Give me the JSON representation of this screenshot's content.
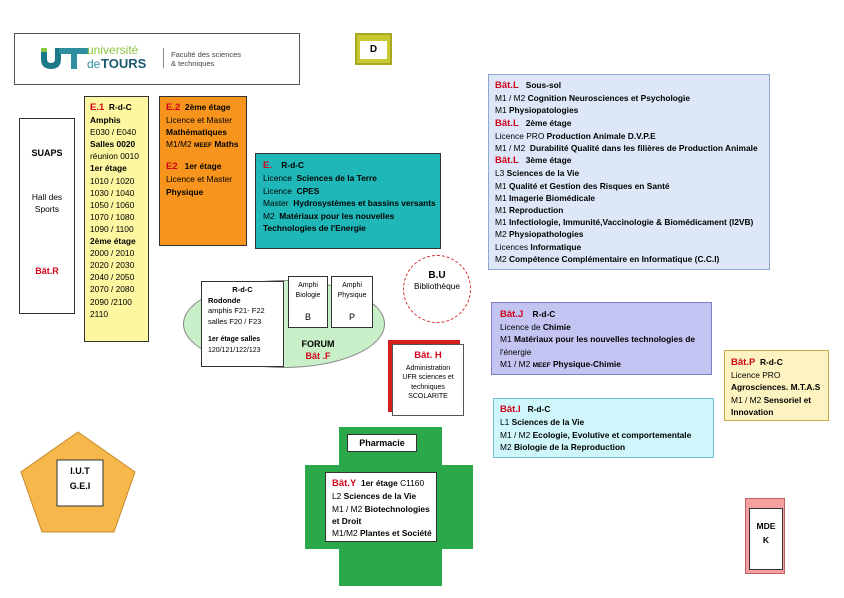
{
  "logo": {
    "name_top": "université",
    "name_de": "de",
    "name_bottom": "TOURS",
    "faculty_line1": "Faculté des sciences",
    "faculty_line2": "& techniques"
  },
  "d_building": "D",
  "suaps": {
    "title": "SUAPS",
    "line1": "Hall des",
    "line2": "Sports",
    "bat": "Bât.R"
  },
  "e1": {
    "bat": "E.1",
    "level": "R-d-C",
    "amphis": "Amphis",
    "amphi_rooms": "E030 /  E040",
    "salles": "Salles 0020",
    "reunion": "réunion 0010",
    "etage1": "1er étage",
    "rooms1": [
      "1010 / 1020",
      "1030 / 1040",
      "1050 / 1060",
      "1070 / 1080",
      "1090 / 1100"
    ],
    "etage2": "2ème étage",
    "rooms2": [
      "2000 / 2010",
      "2020 / 2030",
      "2040 / 2050",
      "2070 / 2080",
      "2090 /2100",
      "2110"
    ]
  },
  "e2": {
    "bat1": "E.2",
    "level1": "2ème étage",
    "l1": "Licence et Master",
    "l1b": "Mathématiques",
    "l1c_pre": "M1/M2",
    "l1c_meef": "MEEF",
    "l1c_post": "Maths",
    "bat2": "E2",
    "level2": "1er étage",
    "l2": "Licence et Master",
    "l2b": "Physique"
  },
  "e": {
    "bat": "E.",
    "level": "R-d-C",
    "r1_pre": "Licence",
    "r1_b": "Sciences de la Terre",
    "r2_pre": "Licence",
    "r2_b": "CPES",
    "r3_pre": "Master",
    "r3_b": "Hydrosystèmes et bassins versants",
    "r4_pre": "M2",
    "r4_b": "Matériaux pour les nouvelles",
    "r5_b": "Technologies de l'Energie"
  },
  "batL": {
    "bat1": "Bât.L",
    "lvl1": "Sous-sol",
    "a1_pre": "M1 / M2",
    "a1_b": "Cognition Neurosciences et Psychologie",
    "a2_pre": "M1",
    "a2_b": "Physiopatologies",
    "bat2": "Bât.L",
    "lvl2": "2ème étage",
    "b1_pre": "Licence PRO",
    "b1_b": "Production Animale D.V.P.E",
    "b2_pre": "M1 / M2",
    "b2_b": "Durabilité Qualité dans les filières de Production Animale",
    "bat3": "Bât.L",
    "lvl3": "3ème étage",
    "c1_pre": "L3",
    "c1_b": "Sciences de la Vie",
    "c2_pre": "M1",
    "c2_b": "Qualité et Gestion des Risques en Santé",
    "c3_pre": "M1",
    "c3_b": "Imagerie Biomédicale",
    "c4_pre": "M1",
    "c4_b": "Reproduction",
    "c5_pre": "M1",
    "c5_b": "Infectiologie, Immunité,Vaccinologie & Biomédicament (I2VB)",
    "c6_pre": "M2",
    "c6_b": "Physiopathologies",
    "c7_pre": "Licences",
    "c7_b": "Informatique",
    "c8_pre": "M2",
    "c8_b": "Compétence Complémentaire en Informatique  (C.C.I)"
  },
  "bu": {
    "title": "B.U",
    "sub": "Bibliothèque"
  },
  "rodonde": {
    "level": "R-d-C",
    "title": "Rodonde",
    "amphis": "amphis F21- F22",
    "salles": "salles F20  / F23",
    "etage": "1er étage salles",
    "rooms": "120/121/122/123"
  },
  "amphiB": {
    "l1": "Amphi",
    "l2": "Biologie",
    "letter": "B"
  },
  "amphiP": {
    "l1": "Amphi",
    "l2": "Physique",
    "letter": "P"
  },
  "forum": {
    "title": "FORUM",
    "bat": "Bât .F"
  },
  "batH": {
    "bat": "Bât. H",
    "l1": "Administration",
    "l2": "UFR sciences et",
    "l3": "techniques",
    "l4": "SCOLARITE"
  },
  "batJ": {
    "bat": "Bât.J",
    "level": "R-d-C",
    "r1_pre": "Licence de",
    "r1_b": "Chimie",
    "r2_pre": "M1",
    "r2_b": "Matériaux pour les nouvelles technologies de",
    "r3": "l'énergie",
    "r4_pre": "M1 / M2",
    "r4_meef": "MEEF",
    "r4_b": "Physique-Chimie"
  },
  "batP": {
    "bat": "Bât.P",
    "level": "R-d-C",
    "r1": "Licence PRO",
    "r2": "Agrosciences. M.T.A.S",
    "r3_pre": "M1 / M2",
    "r3_b": "Sensoriel et",
    "r4": "Innovation"
  },
  "batI": {
    "bat": "Bât.I",
    "level": "R-d-C",
    "r1_pre": "L1",
    "r1_b": "Sciences de la Vie",
    "r2_pre": "M1 / M2",
    "r2_b": "Ecologie, Evolutive et comportementale",
    "r3_pre": "M2",
    "r3_b": "Biologie de la Reproduction"
  },
  "iut": {
    "l1": "I.U.T",
    "l2": "G.E.I"
  },
  "pharmacie": "Pharmacie",
  "batY": {
    "bat": "Bât.Y",
    "level": "1er étage",
    "room": "C1160",
    "r1_pre": "L2",
    "r1_b": "Sciences de la Vie",
    "r2_pre": "M1 / M2",
    "r2_b": "Biotechnologies",
    "r3_b": "et Droit",
    "r4_pre": "M1/M2",
    "r4_b": "Plantes et Société"
  },
  "mde": {
    "l1": "MDE",
    "l2": "K"
  }
}
